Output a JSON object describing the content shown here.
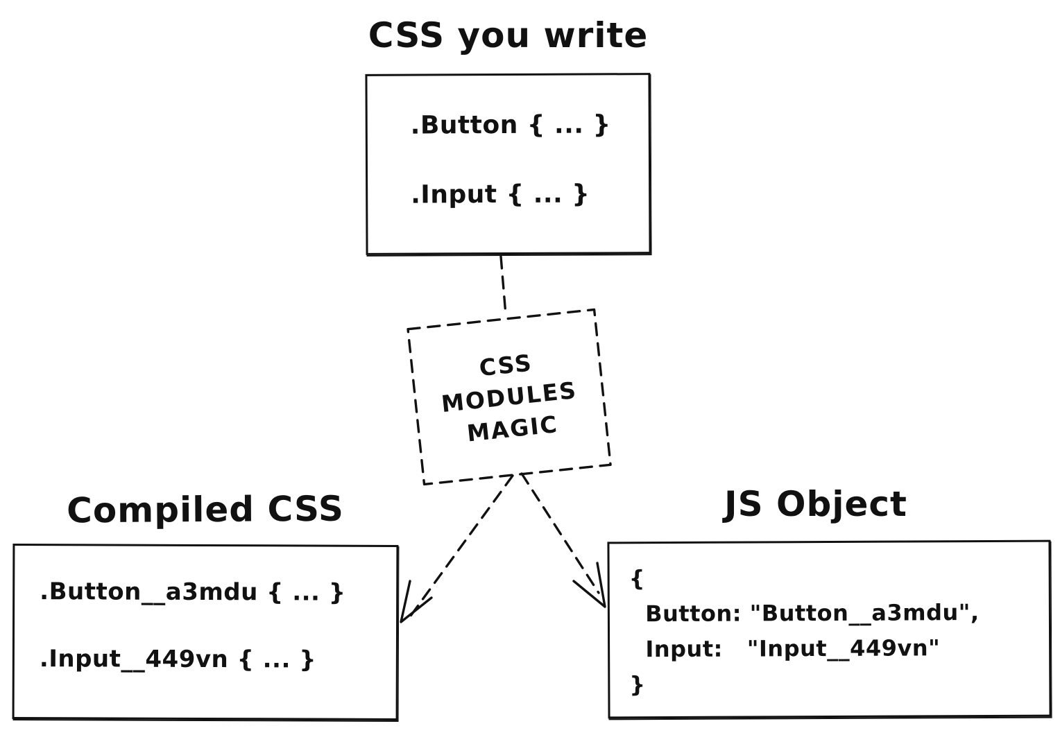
{
  "colors": {
    "background": "#ffffff",
    "ink": "#111111"
  },
  "source_box": {
    "title": "CSS you write",
    "code_lines": [
      ".Button { ... }",
      ".Input { ... }"
    ]
  },
  "magic_box": {
    "lines": [
      "CSS",
      "MODULES",
      "MAGIC"
    ]
  },
  "compiled_box": {
    "title": "Compiled CSS",
    "code_lines": [
      ".Button__a3mdu { ... }",
      ".Input__449vn { ... }"
    ]
  },
  "js_object_box": {
    "title": "JS Object",
    "code_lines": [
      "{",
      "  Button: \"Button__a3mdu\",",
      "  Input:   \"Input__449vn\"",
      "}"
    ]
  }
}
